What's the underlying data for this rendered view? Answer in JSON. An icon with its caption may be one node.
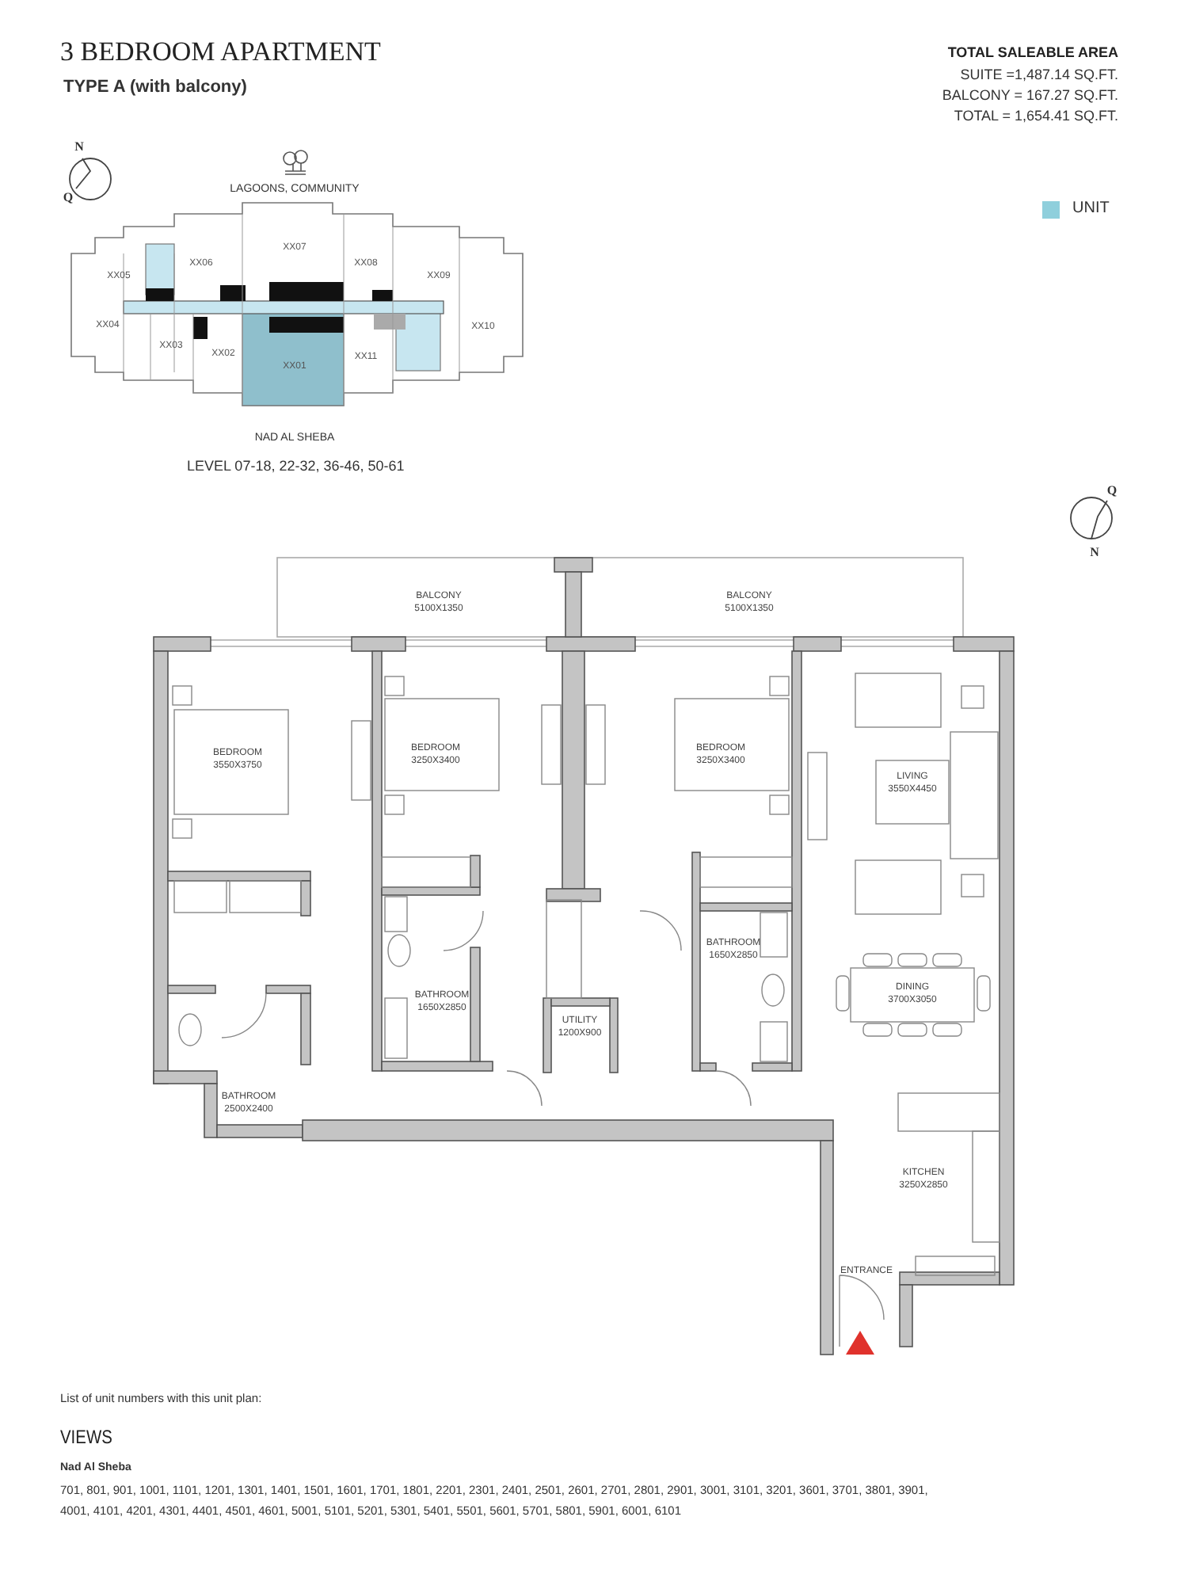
{
  "diagram": {
    "title": "3 BEDROOM APARTMENT",
    "labels": [
      "TYPE A (with balcony)",
      "TOTAL SALEABLE AREA",
      "SUITE =1,487.14 SQ.FT.",
      "BALCONY = 167.27 SQ.FT.",
      "TOTAL = 1,654.41 SQ.FT.",
      "N",
      "Q",
      "LAGOONS, COMMUNITY",
      "XX07",
      "XX05",
      "XX06",
      "XX08",
      "XX09",
      "XX04",
      "XX10",
      "XX03",
      "XX02",
      "XX01",
      "XX11",
      "NAD AL SHEBA",
      "LEVEL 07-18, 22-32, 36-46, 50-61",
      "Q",
      "N",
      "BALCONY 5100X1350",
      "BALCONY 5100X1350",
      "BEDROOM 3550X3750",
      "BEDROOM 3250X3400",
      "BEDROOM 3250X3400",
      "LIVING 3550X4450",
      "BATHROOM 1650X2850",
      "BATHROOM 1650X2850",
      "DINING 3700X3050",
      "UTILITY 1200X900",
      "BATHROOM 2500X2400",
      "KITCHEN 3250X2850",
      "ENTRANCE",
      "List of unit numbers with this unit plan:",
      "VIEWS",
      "Nad Al Sheba",
      "701, 801, 901, 1001, 1101, 1201, 1301, 1401, 1501, 1601, 1701, 1801, 2201, 2301, 2401, 2501, 2601, 2701, 2801, 2901, 3001, 3101, 3201, 3601, 3701, 3801, 3901, 4001, 4101, 4201, 4301, 4401, 4501, 4601, 5001, 5101, 5201, 5301, 5401, 5501, 5601, 5701, 5801, 5901, 6001, 6101"
    ],
    "legend": [
      {
        "text": "UNIT",
        "color": "#8fcfdc"
      }
    ]
  }
}
